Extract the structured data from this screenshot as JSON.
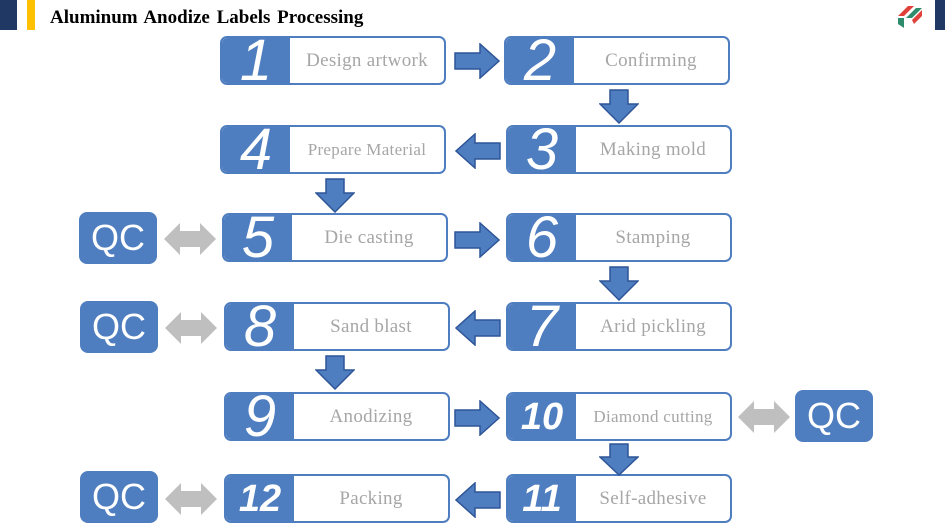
{
  "header": {
    "title": "Aluminum  Anodize Labels Processing"
  },
  "colors": {
    "accent": "#4f7ec0",
    "arrow": "#4f7ec0",
    "arrow_border": "#2e5597",
    "qc_arrow": "#bfbfbf",
    "label_text": "#a6a6a6",
    "navy": "#1f3864",
    "yellow": "#ffc000"
  },
  "steps": [
    {
      "num": "1",
      "label": "Design artwork"
    },
    {
      "num": "2",
      "label": "Confirming"
    },
    {
      "num": "3",
      "label": "Making mold"
    },
    {
      "num": "4",
      "label": "Prepare Material"
    },
    {
      "num": "5",
      "label": "Die casting"
    },
    {
      "num": "6",
      "label": "Stamping"
    },
    {
      "num": "7",
      "label": "Arid pickling"
    },
    {
      "num": "8",
      "label": "Sand blast"
    },
    {
      "num": "9",
      "label": "Anodizing"
    },
    {
      "num": "10",
      "label": "Diamond cutting"
    },
    {
      "num": "11",
      "label": "Self-adhesive"
    },
    {
      "num": "12",
      "label": "Packing"
    }
  ],
  "qc": {
    "label": "QC"
  }
}
